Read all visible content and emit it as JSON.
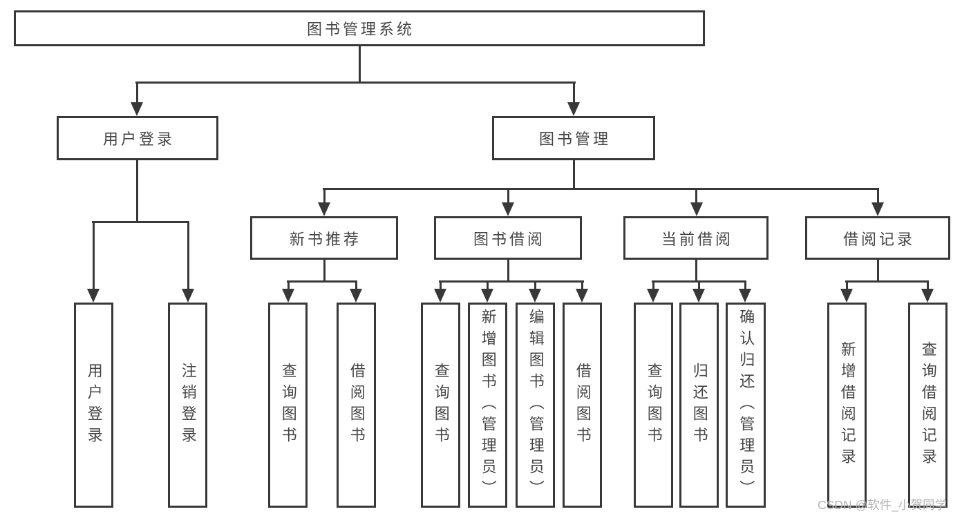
{
  "nodes": {
    "root": {
      "label": "图书管理系统"
    },
    "user_login": {
      "label": "用户登录"
    },
    "book_mgmt": {
      "label": "图书管理"
    },
    "new_book": {
      "label": "新书推荐"
    },
    "book_borrow": {
      "label": "图书借阅"
    },
    "current_borrow": {
      "label": "当前借阅"
    },
    "borrow_records": {
      "label": "借阅记录"
    }
  },
  "leaves": {
    "user_login": [
      "用户登录",
      "注销登录"
    ],
    "new_book": [
      "查询图书",
      "借阅图书"
    ],
    "book_borrow": [
      "查询图书",
      "新增图书（管理员）",
      "编辑图书（管理员）",
      "借阅图书"
    ],
    "current_borrow": [
      "查询图书",
      "归还图书",
      "确认归还（管理员）"
    ],
    "borrow_records": [
      "新增借阅记录",
      "查询借阅记录"
    ]
  },
  "watermark": "CSDN @软件_小贺同学",
  "colors": {
    "line": "#383838",
    "text": "#454545",
    "background": "#ffffff",
    "watermark": "#b3b3b3"
  }
}
